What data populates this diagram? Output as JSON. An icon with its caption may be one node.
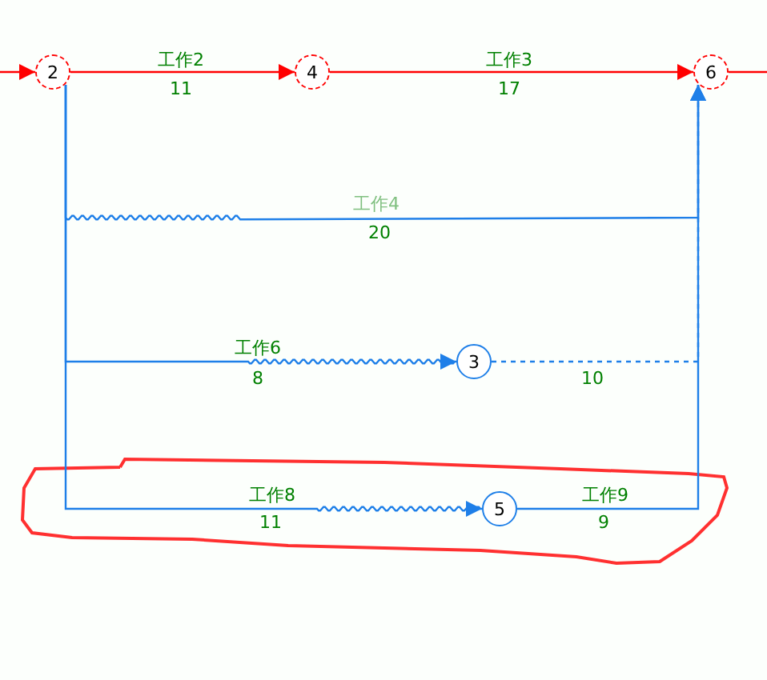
{
  "diagram": {
    "nodes": [
      {
        "text": [
          "2"
        ]
      },
      {
        "text": [
          "4"
        ]
      },
      {
        "text": [
          "6"
        ]
      },
      {
        "text": [
          "3"
        ]
      },
      {
        "text": [
          "5"
        ]
      }
    ],
    "edges": [
      {
        "from": null,
        "to": 0,
        "arrow": "to",
        "color": "#ff0000"
      },
      {
        "from": 0,
        "to": 1,
        "arrow": "to",
        "label": "工作2",
        "color": "#ff0000"
      },
      {
        "from": 1,
        "to": 2,
        "arrow": "to",
        "label": "工作3",
        "color": "#ff0000"
      },
      {
        "from": 2,
        "to": null,
        "arrow": "none",
        "color": "#ff0000"
      },
      {
        "from": 0,
        "to": 2,
        "arrow": "to",
        "label": "工作4"
      },
      {
        "from": 0,
        "to": 3,
        "arrow": "to",
        "label": "工作6"
      },
      {
        "from": 3,
        "to": 2,
        "arrow": "to",
        "style": "dashed"
      },
      {
        "from": 0,
        "to": 4,
        "arrow": "to",
        "label": "工作8"
      },
      {
        "from": 4,
        "to": 2,
        "arrow": "to",
        "label": "工作9"
      }
    ],
    "labels": [
      "11",
      "17",
      "20",
      "8",
      "10",
      "11",
      "9"
    ]
  }
}
